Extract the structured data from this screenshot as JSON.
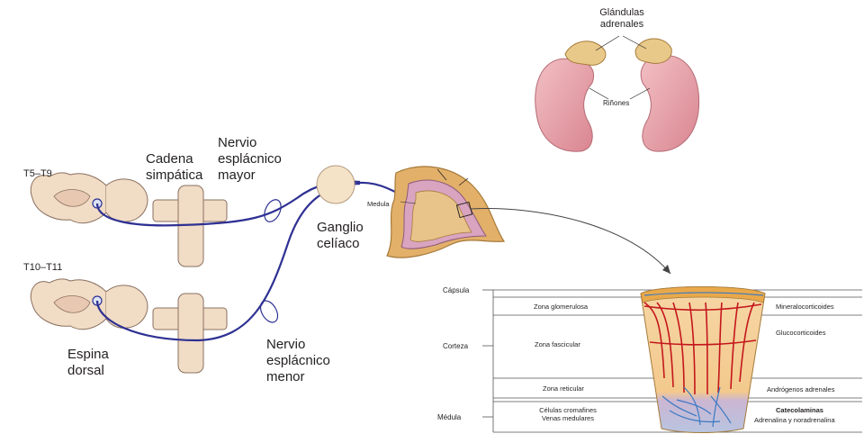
{
  "labels": {
    "t5_t9": "T5–T9",
    "t10_t11": "T10–T11",
    "cadena": "Cadena\nsimpática",
    "nervio_mayor": "Nervio\nesplácnico\nmayor",
    "ganglio": "Ganglio\ncelíaco",
    "nervio_menor": "Nervio\nesplácnico\nmenor",
    "espina": "Espina\ndorsal",
    "glandulas": "Glándulas\nadrenales",
    "rinones": "Riñones",
    "medula_small": "Medula"
  },
  "section": {
    "left": {
      "capsula": "Cápsula",
      "corteza": "Corteza",
      "medula": "Médula"
    },
    "zones": {
      "glomerulosa": "Zona glomerulosa",
      "fascicular": "Zona fascicular",
      "reticular": "Zona reticular",
      "cromafines": "Células cromafines\nVenas medulares"
    },
    "right": {
      "mineralo": "Mineralocorticoides",
      "gluco": "Glucocorticoides",
      "androgenos": "Andrógenos adrenales",
      "catecolaminas": "Catecolaminas",
      "adrenalina": "Adrenalina y noradrenalina"
    }
  },
  "colors": {
    "nerve": "#2e3192",
    "bone": "#f1dcc6",
    "kidney": "#e7a3aa",
    "adrenal": "#e9c98a",
    "cortex": "#f3c98d",
    "vessel_red": "#c4161c",
    "vessel_blue": "#3b79c4"
  }
}
